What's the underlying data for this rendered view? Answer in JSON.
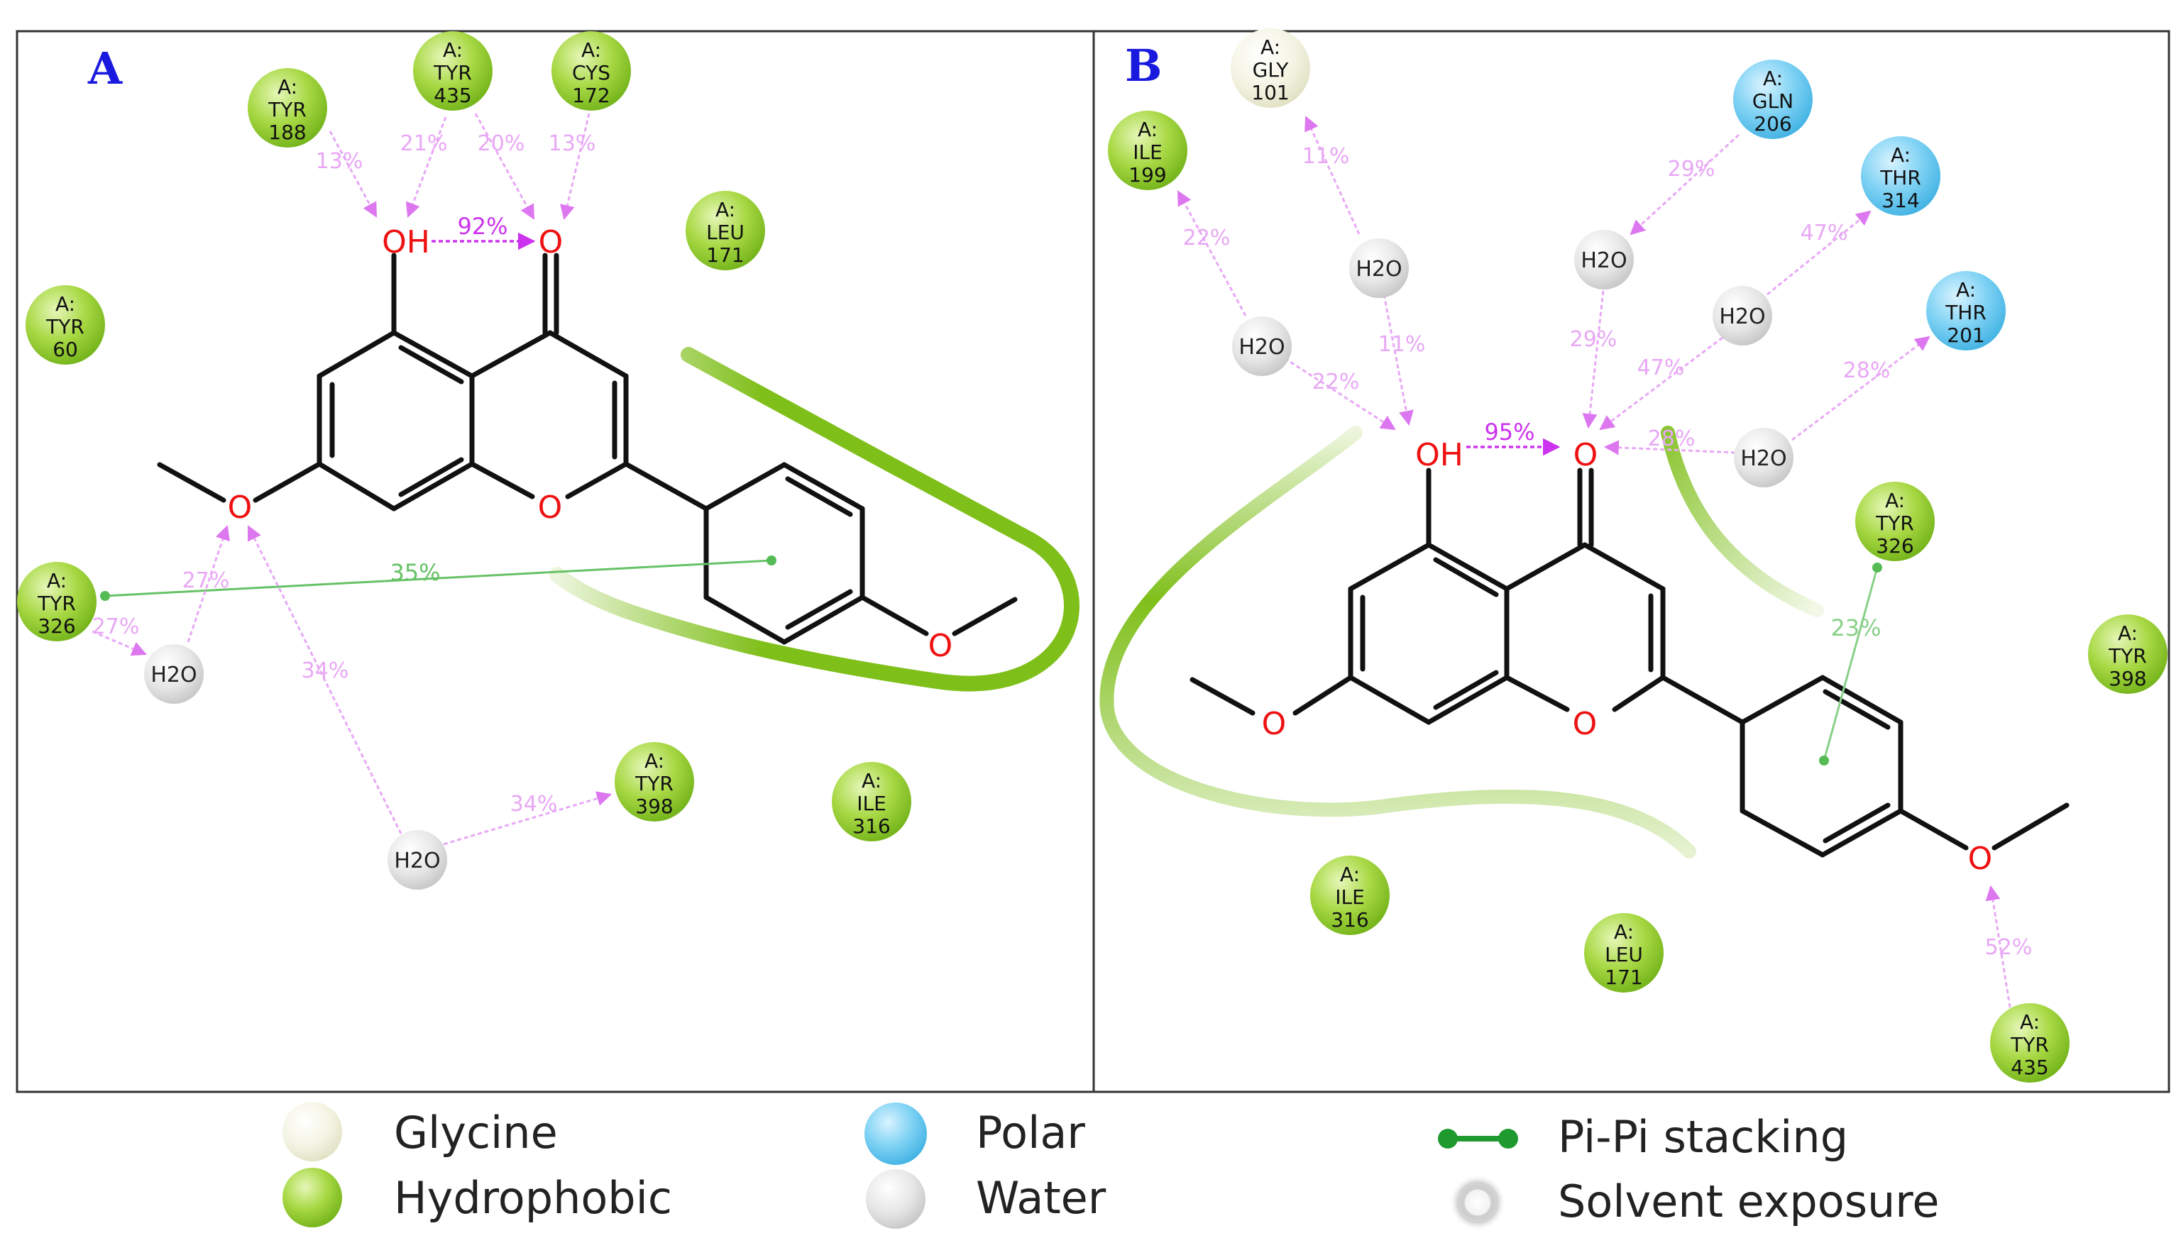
{
  "panels": [
    {
      "id": "A",
      "label": "A",
      "residues": [
        {
          "chain": "A:",
          "name": "TYR",
          "num": "188",
          "type": "hydrophobic"
        },
        {
          "chain": "A:",
          "name": "TYR",
          "num": "435",
          "type": "hydrophobic"
        },
        {
          "chain": "A:",
          "name": "CYS",
          "num": "172",
          "type": "hydrophobic"
        },
        {
          "chain": "A:",
          "name": "LEU",
          "num": "171",
          "type": "hydrophobic"
        },
        {
          "chain": "A:",
          "name": "TYR",
          "num": "60",
          "type": "hydrophobic"
        },
        {
          "chain": "A:",
          "name": "TYR",
          "num": "326",
          "type": "hydrophobic"
        },
        {
          "chain": "A:",
          "name": "TYR",
          "num": "398",
          "type": "hydrophobic"
        },
        {
          "chain": "A:",
          "name": "ILE",
          "num": "316",
          "type": "hydrophobic"
        }
      ],
      "waters": [
        "H2O",
        "H2O"
      ],
      "interactions": [
        {
          "pct": "13%",
          "from": "TYR 188",
          "to": "OH"
        },
        {
          "pct": "21%",
          "from": "TYR 435",
          "to": "OH"
        },
        {
          "pct": "20%",
          "from": "TYR 435",
          "to": "O"
        },
        {
          "pct": "13%",
          "from": "CYS 172",
          "to": "O"
        },
        {
          "pct": "92%",
          "from": "OH",
          "to": "O"
        },
        {
          "pct": "35%",
          "from": "TYR 326",
          "to": "ring",
          "kind": "pi-pi"
        },
        {
          "pct": "27%",
          "from": "H2O",
          "to": "O"
        },
        {
          "pct": "27%",
          "from": "TYR 326",
          "to": "H2O"
        },
        {
          "pct": "34%",
          "from": "H2O",
          "to": "O"
        },
        {
          "pct": "34%",
          "from": "H2O",
          "to": "TYR 398"
        }
      ]
    },
    {
      "id": "B",
      "label": "B",
      "residues": [
        {
          "chain": "A:",
          "name": "GLY",
          "num": "101",
          "type": "glycine"
        },
        {
          "chain": "A:",
          "name": "ILE",
          "num": "199",
          "type": "hydrophobic"
        },
        {
          "chain": "A:",
          "name": "GLN",
          "num": "206",
          "type": "polar"
        },
        {
          "chain": "A:",
          "name": "THR",
          "num": "314",
          "type": "polar"
        },
        {
          "chain": "A:",
          "name": "THR",
          "num": "201",
          "type": "polar"
        },
        {
          "chain": "A:",
          "name": "TYR",
          "num": "326",
          "type": "hydrophobic"
        },
        {
          "chain": "A:",
          "name": "TYR",
          "num": "398",
          "type": "hydrophobic"
        },
        {
          "chain": "A:",
          "name": "ILE",
          "num": "316",
          "type": "hydrophobic"
        },
        {
          "chain": "A:",
          "name": "LEU",
          "num": "171",
          "type": "hydrophobic"
        },
        {
          "chain": "A:",
          "name": "TYR",
          "num": "435",
          "type": "hydrophobic"
        }
      ],
      "waters": [
        "H2O",
        "H2O",
        "H2O",
        "H2O",
        "H2O"
      ],
      "interactions": [
        {
          "pct": "11%",
          "from": "H2O",
          "to": "GLY 101"
        },
        {
          "pct": "22%",
          "from": "H2O",
          "to": "ILE 199"
        },
        {
          "pct": "29%",
          "from": "GLN 206",
          "to": "H2O"
        },
        {
          "pct": "47%",
          "from": "H2O",
          "to": "THR 314"
        },
        {
          "pct": "28%",
          "from": "H2O",
          "to": "THR 201"
        },
        {
          "pct": "11%",
          "from": "H2O",
          "to": "OH"
        },
        {
          "pct": "22%",
          "from": "H2O",
          "to": "OH"
        },
        {
          "pct": "29%",
          "from": "H2O",
          "to": "O"
        },
        {
          "pct": "47%",
          "from": "H2O",
          "to": "O"
        },
        {
          "pct": "28%",
          "from": "H2O",
          "to": "O"
        },
        {
          "pct": "95%",
          "from": "OH",
          "to": "O"
        },
        {
          "pct": "23%",
          "from": "TYR 326",
          "to": "ring",
          "kind": "pi-pi"
        },
        {
          "pct": "52%",
          "from": "TYR 435",
          "to": "O"
        }
      ]
    }
  ],
  "atoms": {
    "oh": "OH",
    "o": "O"
  },
  "legend": [
    {
      "label": "Glycine",
      "swatch": "glycine"
    },
    {
      "label": "Hydrophobic",
      "swatch": "hydrophobic"
    },
    {
      "label": "Polar",
      "swatch": "polar"
    },
    {
      "label": "Water",
      "swatch": "water"
    },
    {
      "label": "Pi-Pi stacking",
      "swatch": "pi-pi"
    },
    {
      "label": "Solvent exposure",
      "swatch": "solvent"
    }
  ],
  "colors": {
    "hydrophobic": "#8fcb2a",
    "glycine": "#f0f0dc",
    "polar": "#5ec6ee",
    "water": "#d8d8d8",
    "hbond": "#cc44ee",
    "hbond_faint": "#e8a8f5",
    "pi_pi": "#55bb55",
    "pocket": "#7fbf1a",
    "atom_o": "#ee1111",
    "panel_label": "#1a1adf"
  }
}
